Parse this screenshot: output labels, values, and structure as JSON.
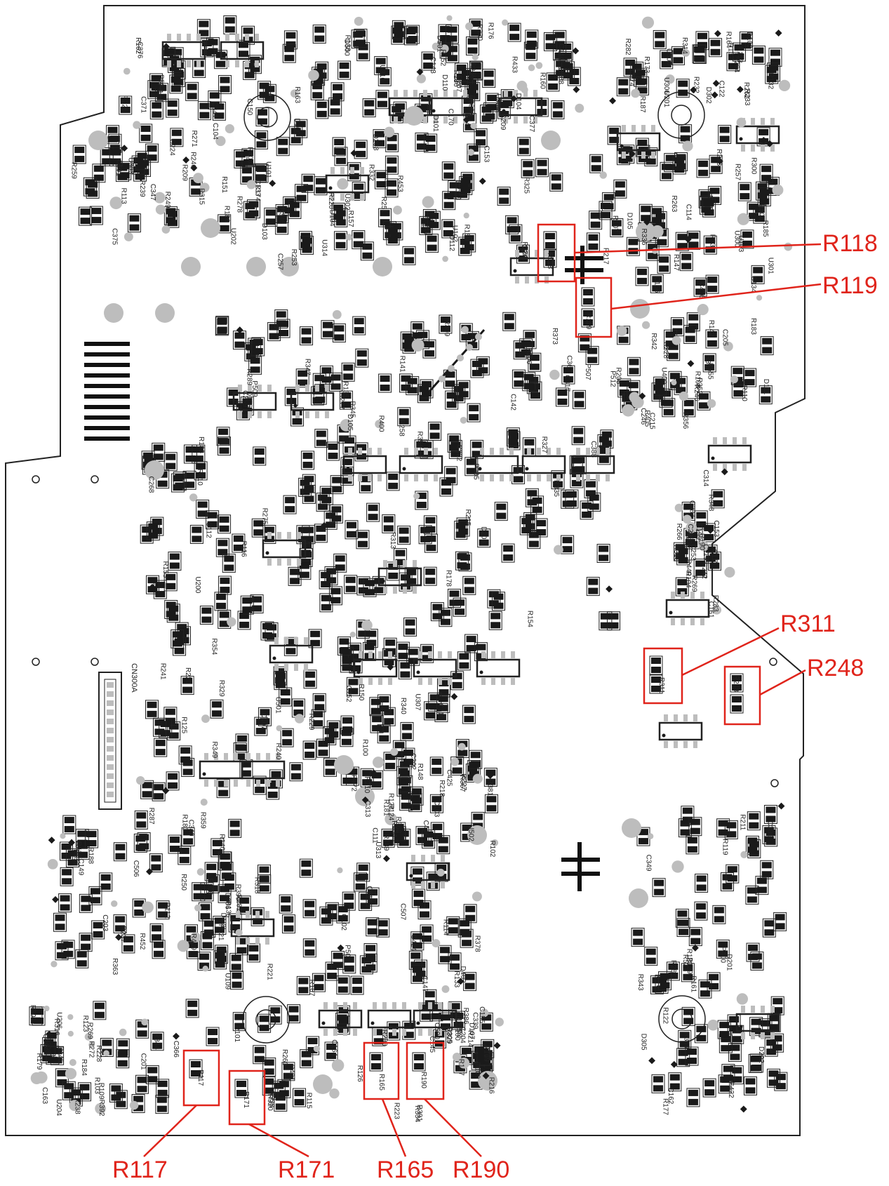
{
  "colors": {
    "board_outline": "#222222",
    "pad": "#1a1a1a",
    "pad_light": "#bdbdbd",
    "silkscreen": "#222222",
    "highlight": "#e0241b"
  },
  "highlights": [
    {
      "id": "R118",
      "label": "R118"
    },
    {
      "id": "R119",
      "label": "R119"
    },
    {
      "id": "R311",
      "label": "R311"
    },
    {
      "id": "R248",
      "label": "R248"
    },
    {
      "id": "R117",
      "label": "R117"
    },
    {
      "id": "R171",
      "label": "R171"
    },
    {
      "id": "R165",
      "label": "R165"
    },
    {
      "id": "R190",
      "label": "R190"
    }
  ],
  "connector_label": "CN300A",
  "silkscreen_refs": [
    "C224",
    "R230",
    "R264",
    "R246",
    "C245",
    "R217",
    "P507",
    "P512",
    "D203",
    "C242",
    "R229",
    "R227",
    "C203",
    "C514",
    "D202",
    "R223",
    "R228",
    "C204",
    "C341",
    "C233",
    "R173",
    "R239",
    "R325",
    "P508",
    "P509",
    "C246",
    "P265",
    "R266",
    "U501",
    "U502",
    "C506",
    "C507",
    "R521",
    "R334",
    "P301",
    "P504",
    "P503",
    "R208",
    "U201",
    "U202",
    "C257",
    "R257",
    "C259",
    "R206",
    "C268",
    "C253",
    "R240",
    "C202",
    "R237",
    "D306",
    "D305",
    "C500",
    "U204",
    "C155",
    "C150",
    "R176",
    "R187",
    "R209",
    "R220",
    "C134",
    "R289",
    "R246",
    "C222",
    "R283",
    "R220",
    "R210",
    "R250",
    "R281",
    "R211",
    "R280",
    "U206",
    "U205",
    "D208",
    "D207",
    "R282",
    "R278",
    "R224",
    "R243",
    "R277",
    "C205",
    "R275",
    "C161",
    "C152",
    "R218",
    "R287",
    "R221",
    "R288",
    "C201",
    "R238",
    "R252",
    "R226",
    "R286",
    "R137",
    "C133",
    "R453",
    "R300",
    "R309",
    "R342",
    "R335",
    "R310",
    "R367",
    "R368",
    "R359",
    "R378",
    "R369",
    "R338",
    "R398",
    "R312",
    "C376",
    "C377",
    "C374",
    "C375",
    "R332",
    "R333",
    "R347",
    "R352",
    "R351",
    "R348",
    "R349",
    "C446",
    "R452",
    "D402",
    "C349",
    "R320",
    "R316",
    "C339",
    "U310",
    "U304",
    "U306",
    "U303",
    "U302",
    "U301",
    "R373",
    "R356",
    "C388",
    "C387",
    "R354",
    "R381",
    "R363",
    "R390",
    "C389",
    "R391",
    "R392",
    "R386",
    "R403",
    "R433",
    "R314",
    "R315",
    "U314",
    "C416",
    "C417",
    "R328",
    "R313",
    "R440",
    "R329",
    "C425",
    "R412",
    "C424",
    "R343",
    "R344",
    "C364",
    "R329",
    "D500",
    "D501",
    "U500",
    "C501",
    "R346",
    "R336",
    "R345",
    "R405",
    "R410",
    "C314",
    "U307",
    "U313",
    "R409",
    "P501",
    "P400",
    "P401",
    "C163",
    "C171",
    "R162",
    "C170",
    "R232",
    "U101",
    "U102",
    "U103",
    "R141",
    "R142",
    "C112",
    "C113",
    "R172",
    "R128",
    "C149",
    "C147",
    "R122",
    "C164",
    "R145",
    "R169",
    "R138",
    "R143",
    "D302",
    "C347",
    "R159",
    "C114",
    "R135",
    "R155",
    "R154",
    "R166",
    "C110",
    "C111",
    "R112",
    "R121",
    "R139",
    "R127",
    "R123",
    "C145",
    "C143",
    "C144",
    "C122",
    "R113",
    "R157",
    "R107",
    "R106",
    "R108",
    "R183",
    "R104",
    "C107",
    "R102",
    "R188",
    "R114",
    "R119",
    "R115",
    "R109",
    "D107",
    "D100",
    "D101",
    "D102",
    "D103",
    "D104",
    "D105",
    "D106",
    "R110",
    "R116",
    "C119",
    "R100",
    "C103",
    "C340",
    "C102",
    "C162",
    "R101",
    "R103",
    "C100",
    "C371",
    "R152",
    "R153",
    "R151",
    "C153",
    "C156",
    "R400",
    "U400",
    "R215",
    "R199",
    "R340",
    "C313",
    "R339",
    "R318",
    "C422",
    "C366",
    "R269",
    "R216",
    "D110",
    "C209",
    "R262",
    "R249",
    "R251",
    "U300",
    "C367",
    "R317",
    "R327",
    "C208",
    "R241",
    "R124",
    "R106",
    "U109",
    "R120",
    "D109",
    "R179",
    "R105",
    "C104",
    "D104",
    "R132",
    "R174",
    "D112",
    "R147",
    "C142",
    "D111",
    "R178",
    "C153",
    "R181",
    "R148",
    "R140",
    "R133",
    "R177",
    "R126",
    "R184",
    "R182",
    "R163",
    "R160",
    "R164",
    "R186",
    "U107",
    "R185",
    "D105",
    "R183",
    "R153",
    "R190",
    "R125",
    "R134",
    "R136",
    "R167",
    "R161",
    "R260",
    "R272",
    "R214",
    "R271",
    "R256",
    "R233",
    "R259",
    "R253",
    "R263",
    "R258",
    "C215",
    "U200",
    "R269",
    "R150",
    "R189",
    "R180",
    "D108",
    "D201"
  ]
}
